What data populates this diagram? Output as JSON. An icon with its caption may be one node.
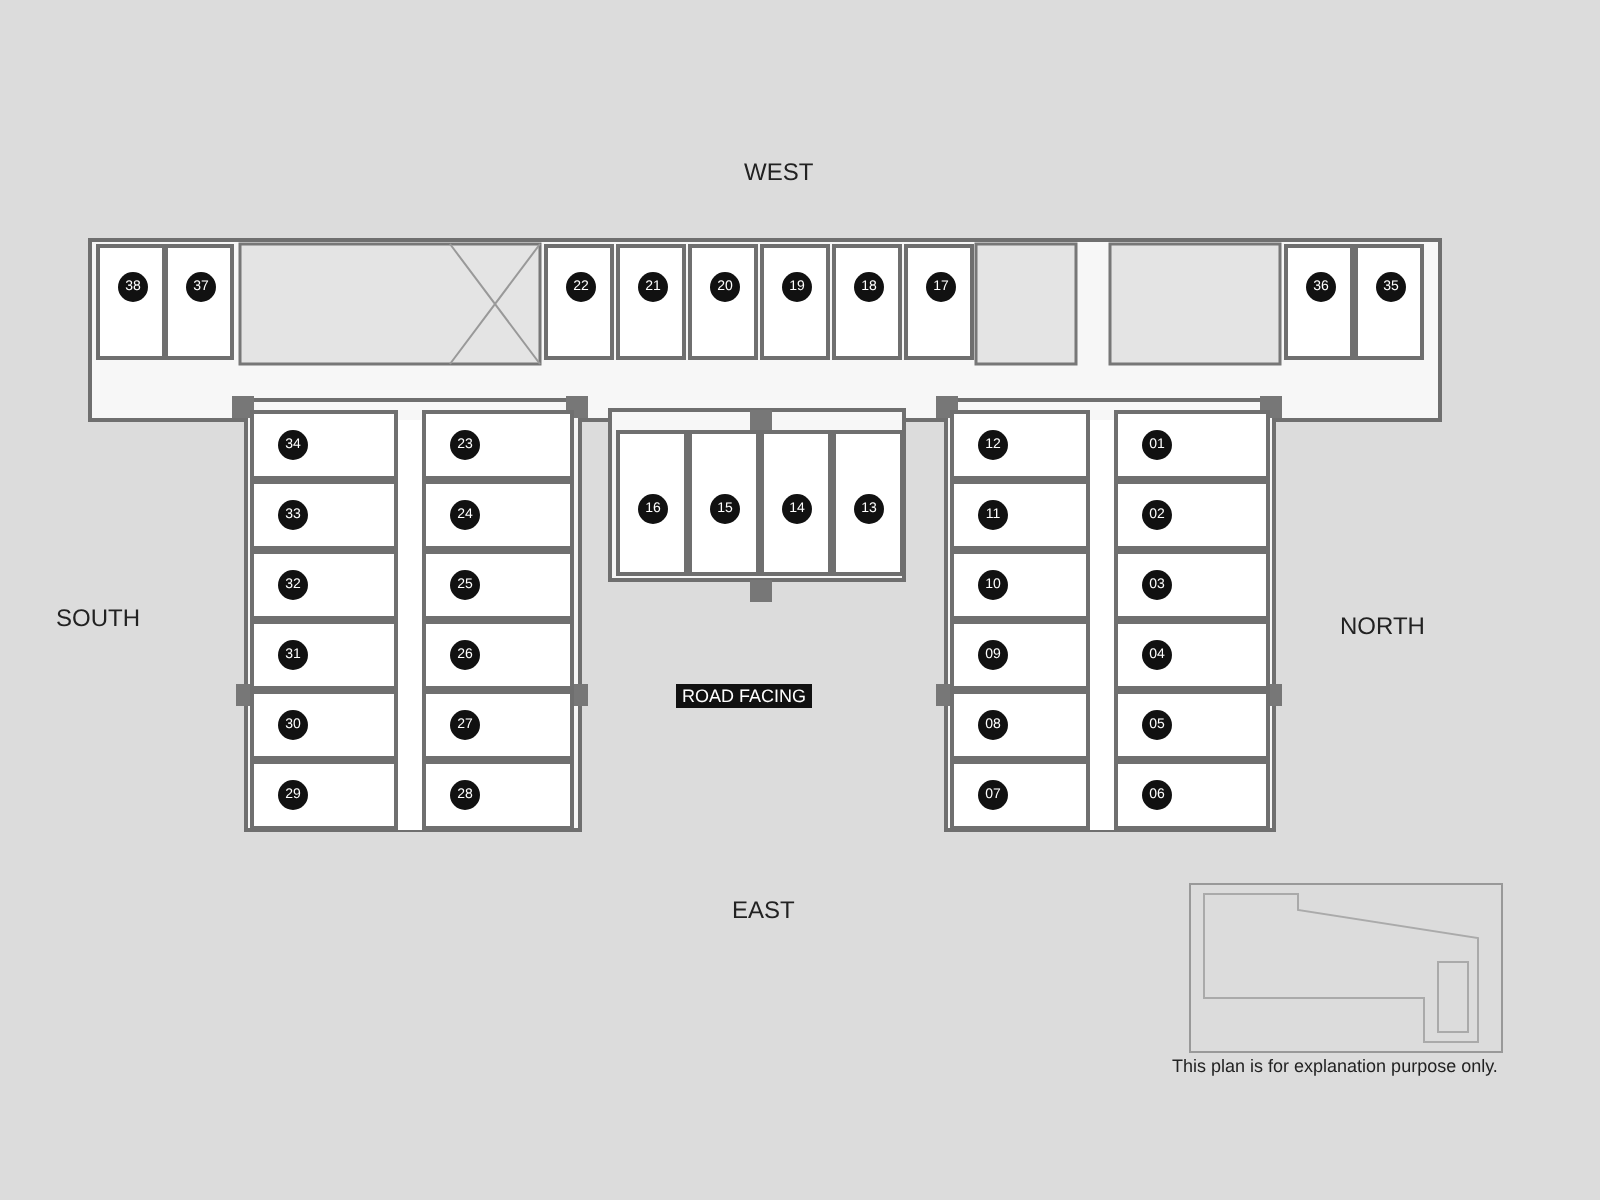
{
  "diagram": {
    "nodes": [
      {
        "text": [
          "38"
        ]
      },
      {
        "text": [
          "37"
        ]
      },
      {
        "text": [
          "22"
        ]
      },
      {
        "text": [
          "21"
        ]
      },
      {
        "text": [
          "20"
        ]
      },
      {
        "text": [
          "19"
        ]
      },
      {
        "text": [
          "18"
        ]
      },
      {
        "text": [
          "17"
        ]
      },
      {
        "text": [
          "36"
        ]
      },
      {
        "text": [
          "35"
        ]
      },
      {
        "text": [
          "34"
        ]
      },
      {
        "text": [
          "23"
        ]
      },
      {
        "text": [
          "33"
        ]
      },
      {
        "text": [
          "24"
        ]
      },
      {
        "text": [
          "32"
        ]
      },
      {
        "text": [
          "25"
        ]
      },
      {
        "text": [
          "31"
        ]
      },
      {
        "text": [
          "26"
        ]
      },
      {
        "text": [
          "30"
        ]
      },
      {
        "text": [
          "27"
        ]
      },
      {
        "text": [
          "29"
        ]
      },
      {
        "text": [
          "28"
        ]
      },
      {
        "text": [
          "16"
        ]
      },
      {
        "text": [
          "15"
        ]
      },
      {
        "text": [
          "14"
        ]
      },
      {
        "text": [
          "13"
        ]
      },
      {
        "text": [
          "12"
        ]
      },
      {
        "text": [
          "01"
        ]
      },
      {
        "text": [
          "11"
        ]
      },
      {
        "text": [
          "02"
        ]
      },
      {
        "text": [
          "10"
        ]
      },
      {
        "text": [
          "03"
        ]
      },
      {
        "text": [
          "09"
        ]
      },
      {
        "text": [
          "04"
        ]
      },
      {
        "text": [
          "08"
        ]
      },
      {
        "text": [
          "05"
        ]
      },
      {
        "text": [
          "07"
        ]
      },
      {
        "text": [
          "06"
        ]
      }
    ],
    "labels": [
      "WEST",
      "SOUTH",
      "NORTH",
      "ROAD FACING",
      "EAST",
      "This plan is for explanation purpose only."
    ]
  }
}
